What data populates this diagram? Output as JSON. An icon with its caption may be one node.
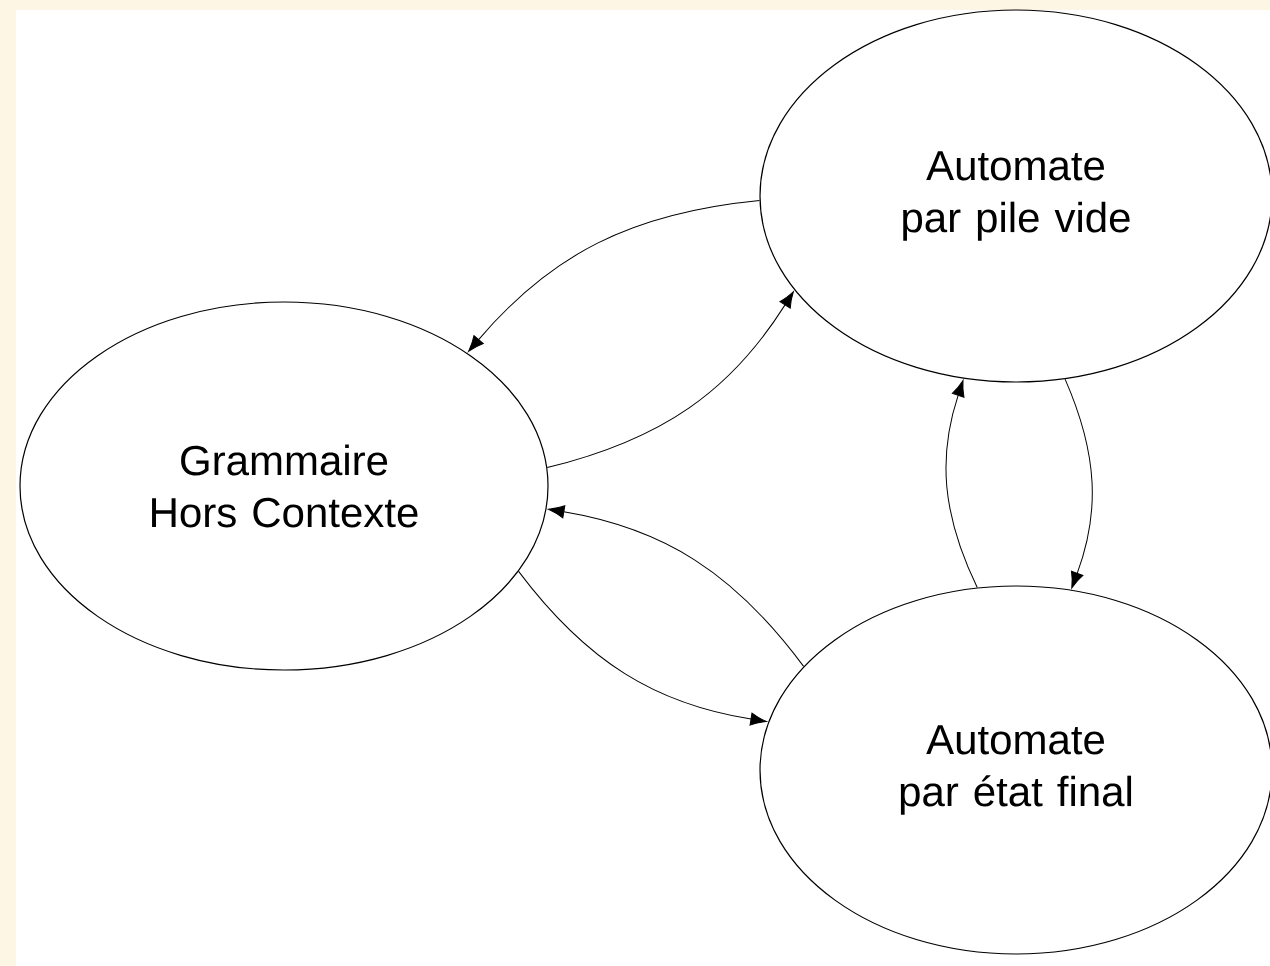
{
  "diagram": {
    "nodes": [
      {
        "text": [
          "Grammaire Hors Contexte"
        ]
      },
      {
        "text": [
          "Automate par pile vide"
        ]
      },
      {
        "text": [
          "Automate par état final"
        ]
      }
    ],
    "edges": [
      {
        "from": 1,
        "to": 0,
        "arrow": "to"
      },
      {
        "from": 0,
        "to": 1,
        "arrow": "to"
      },
      {
        "from": 1,
        "to": 2,
        "arrow": "to"
      },
      {
        "from": 2,
        "to": 1,
        "arrow": "to"
      },
      {
        "from": 2,
        "to": 0,
        "arrow": "to"
      },
      {
        "from": 0,
        "to": 2,
        "arrow": "to"
      }
    ]
  }
}
